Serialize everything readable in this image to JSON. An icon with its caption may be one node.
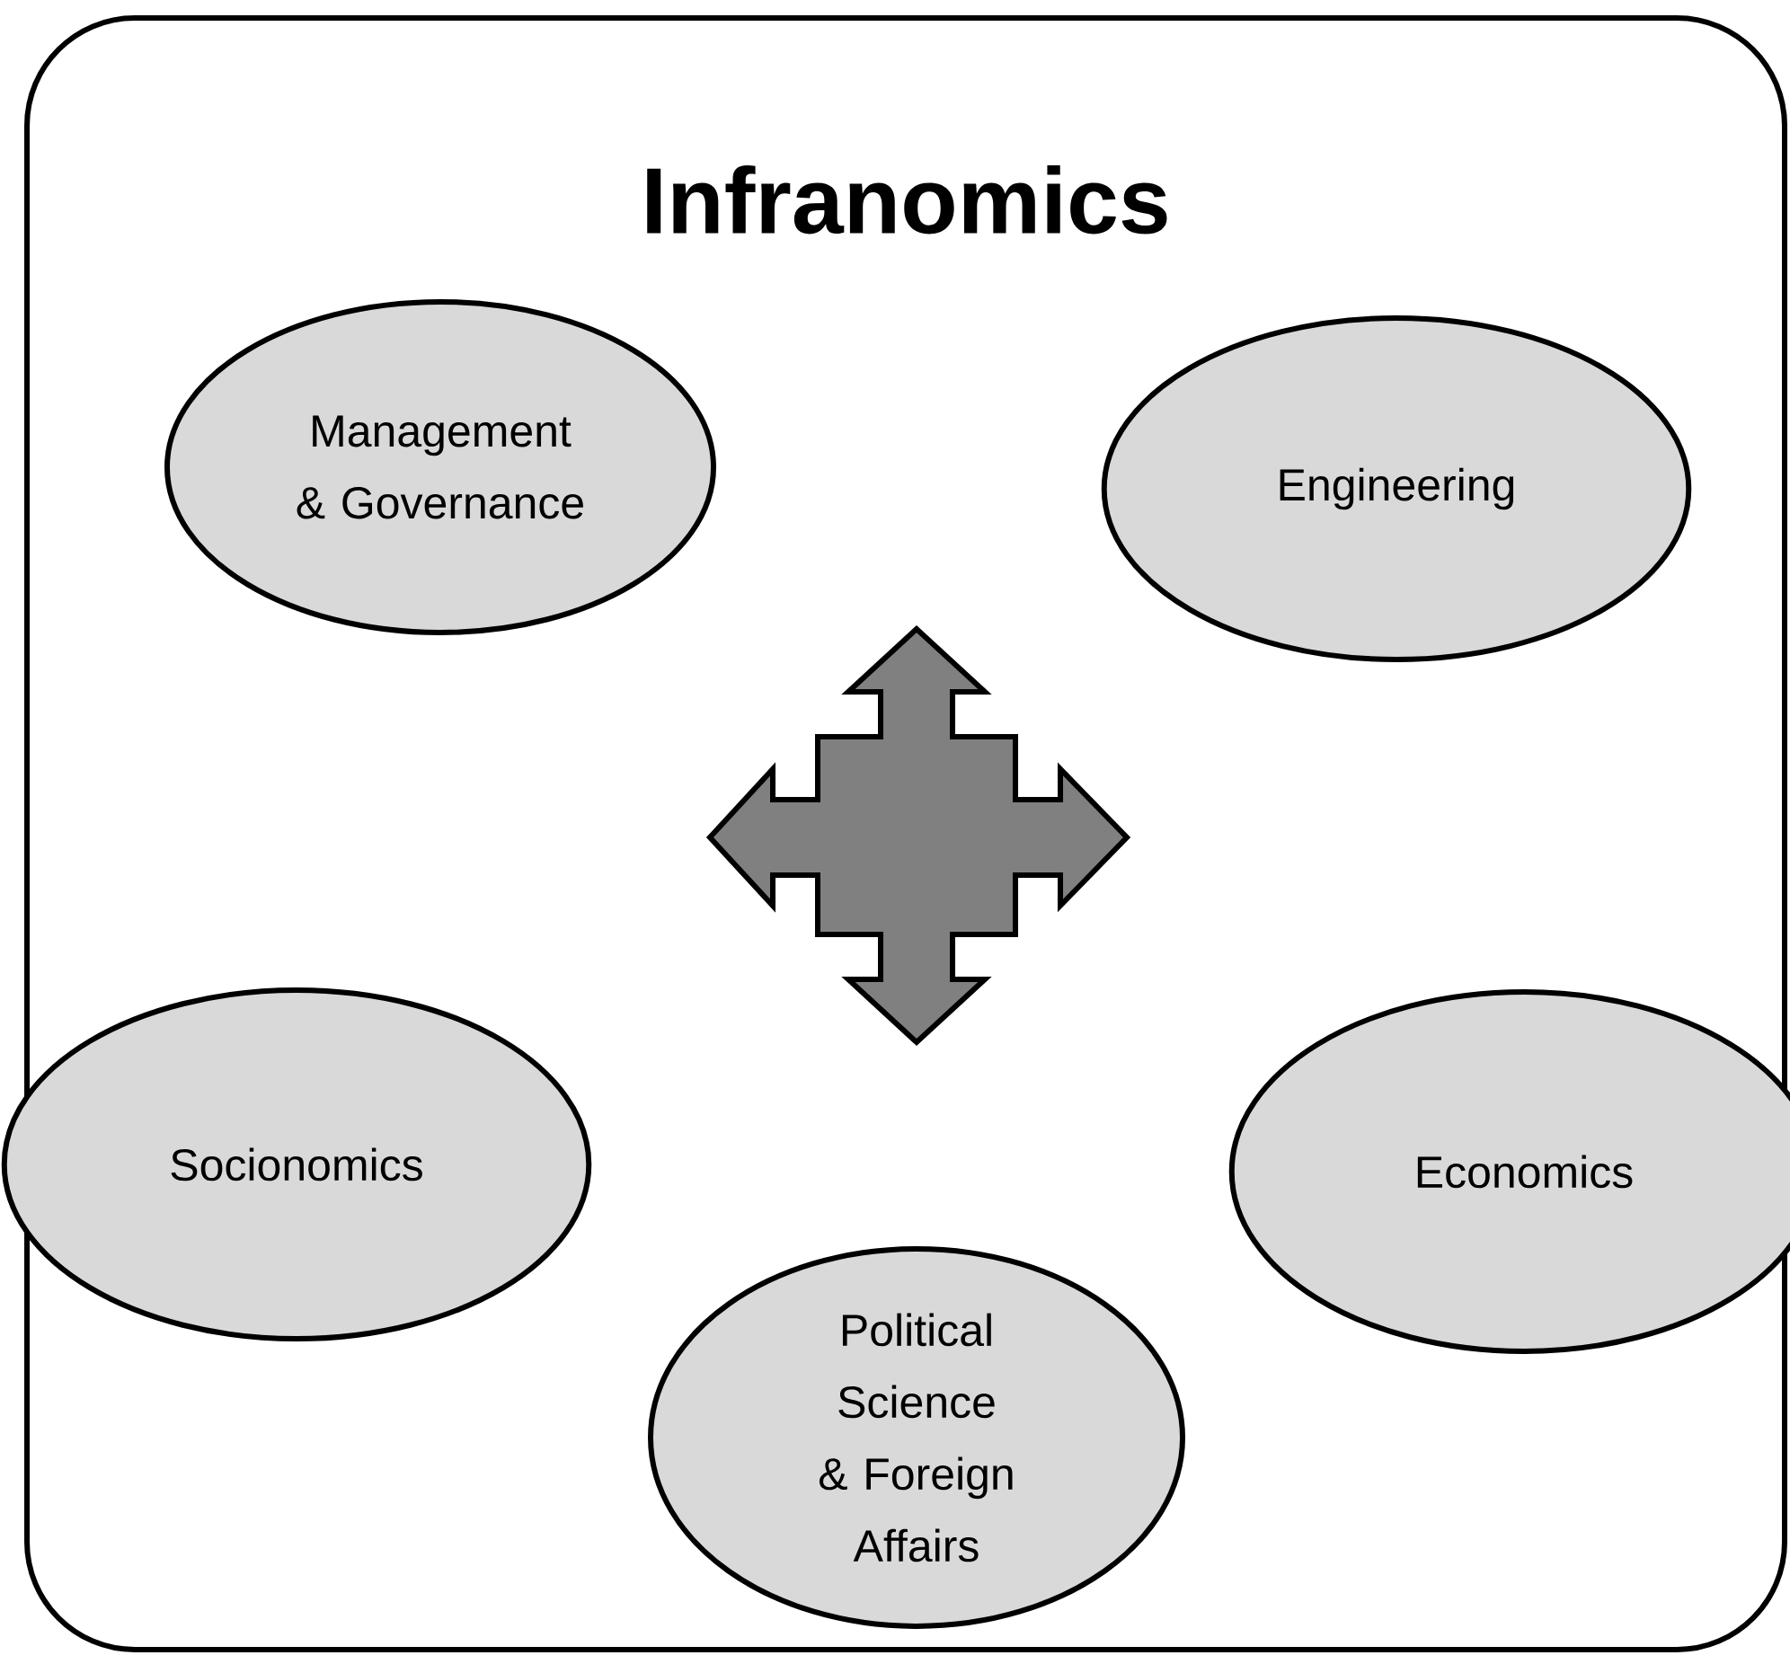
{
  "diagram": {
    "nodes": [
      {
        "text": [
          "Infranomics"
        ]
      },
      {
        "text": [
          "Management & Governance"
        ],
        "in": 0
      },
      {
        "text": [
          "Engineering"
        ],
        "in": 0
      },
      {
        "text": [
          "Socionomics"
        ],
        "in": 0
      },
      {
        "text": [
          "Economics"
        ]
      },
      {
        "text": [
          "Political Science & Foreign Affairs"
        ],
        "in": 0
      }
    ]
  }
}
